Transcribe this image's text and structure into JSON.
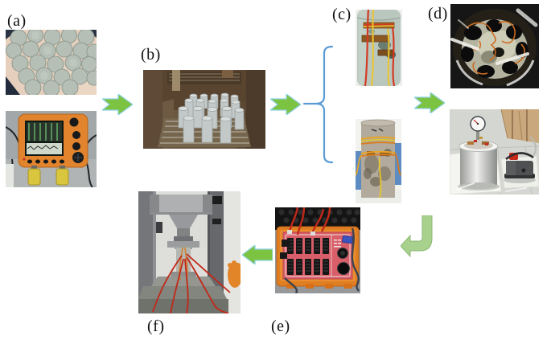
{
  "figure": {
    "type": "experimental-workflow-photo-diagram",
    "background": "#ffffff",
    "labels": {
      "a": "(a)",
      "b": "(b)",
      "c": "(c)",
      "d": "(d)",
      "e": "(e)",
      "f": "(f)"
    },
    "colors": {
      "flow_arrow_fill": "#7dc342",
      "flow_arrow_outline": "#8cd2e4",
      "turn_arrow_fill": "#a9d18e",
      "turn_arrow_outline": "#8ab874",
      "brace": "#5b9bd5",
      "label_text": "#111111"
    },
    "icons": {
      "a_to_b": "arrow-right-icon",
      "b_to_c": "arrow-right-icon",
      "c_to_d": "arrow-right-icon",
      "d_to_e": "arrow-turn-down-left-icon",
      "e_to_f": "arrow-left-icon",
      "c_group": "brace-icon"
    },
    "panels": {
      "a1": "concrete-core-specimens-top-view",
      "a2": "ultrasonic-velocity-tester",
      "b": "specimens-in-drying-oven",
      "c1": "specimen-with-strain-gauges-closeup",
      "c2": "specimen-with-strain-gauges-wired",
      "d1": "specimens-in-saturation-chamber",
      "d2": "vacuum-chamber-and-pump",
      "e": "strain-data-acquisition-board",
      "f": "compression-testing-machine"
    }
  }
}
